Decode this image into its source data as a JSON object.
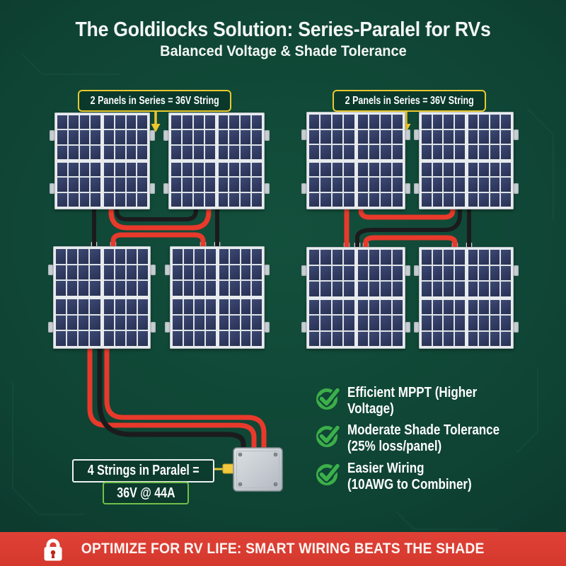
{
  "header": {
    "title": "The Goldilocks Solution: Series-Paralel for RVs",
    "subtitle": "Balanced Voltage & Shade Tolerance"
  },
  "diagram": {
    "series_label_left": "2 Panels in Series = 36V String",
    "series_label_right": "2 Panels in Series = 36V String",
    "parallel_label": "4 Strings in Paralel =",
    "output_label": "36V @ 44A"
  },
  "benefits": [
    {
      "line1": "Efficient MPPT (Higher",
      "line2": "Voltage)"
    },
    {
      "line1": "Moderate Shade Tolerance",
      "line2": "(25% loss/panel)"
    },
    {
      "line1": "Easier Wiring",
      "line2": "(10AWG to Combiner)"
    }
  ],
  "footer": {
    "message": "OPTIMIZE FOR RV LIFE: SMART WIRING BEATS THE SHADE"
  },
  "colors": {
    "background_green": "#0f4434",
    "banner_red": "#d93b30",
    "wire_red": "#e8392b",
    "wire_black": "#1b1b1d",
    "accent_yellow": "#e9c92f",
    "check_green": "#3cae49",
    "output_border_green": "#70c04b",
    "panel_cell_blue": "#313b62"
  }
}
